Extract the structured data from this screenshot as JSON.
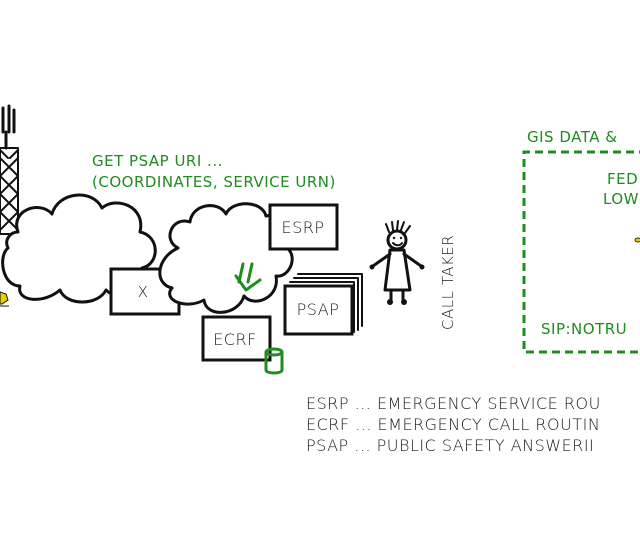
{
  "diagram": {
    "colors": {
      "ink": "#111111",
      "accent_green": "#1e8c1e",
      "device_yellow": "#e8d000",
      "background": "#ffffff"
    },
    "annotation_get_psap": {
      "line1": "GET PSAP URI ...",
      "line2": "(COORDINATES, SERVICE URN)"
    },
    "nodes": {
      "x_box": "X",
      "esrp": "ESRP",
      "psap": "PSAP",
      "ecrf": "ECRF"
    },
    "call_taker_label": "CALL TAKER",
    "gis_panel": {
      "title": "GIS DATA &",
      "line1": "FED",
      "line2": "LOW",
      "sip_text": "SIP:NOTRU"
    },
    "legend": [
      "ESRP ... EMERGENCY SERVICE ROU",
      "ECRF ... EMERGENCY CALL ROUTIN",
      "PSAP ... PUBLIC SAFETY ANSWERII"
    ],
    "icons": {
      "tower": "cell-tower-icon",
      "phone": "mobile-phone-icon",
      "database": "database-icon",
      "arrow": "double-down-arrow-icon",
      "person": "stick-figure-icon"
    }
  }
}
